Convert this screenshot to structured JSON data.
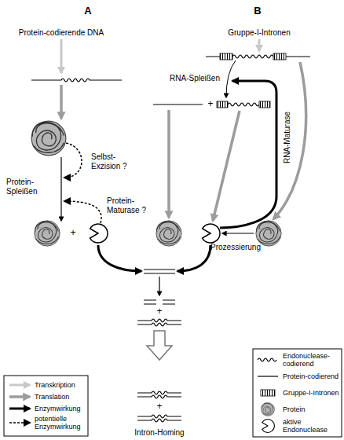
{
  "diagram": {
    "labels": [
      "A",
      "B",
      "Protein-codierende DNA",
      "Gruppe-I-Intronen",
      "RNA-Spleißen",
      "RNA-Maturase",
      "Selbst-Exzision ?",
      "Protein-Spleißen",
      "Protein-Maturase ?",
      "+",
      "+",
      "Prozessierung",
      "+",
      "+",
      "Intron-Homing"
    ],
    "legend": [
      {
        "text": "Transkription"
      },
      {
        "text": "Translation"
      },
      {
        "text": "Enzymwirkung"
      },
      {
        "text": "potentielle Enzymwirkung"
      },
      {
        "text": "Endonuclease-codierend"
      },
      {
        "text": "Protein-codierend"
      },
      {
        "text": "Gruppe-I-Intronen"
      },
      {
        "text": "Protein"
      },
      {
        "text": "aktive Endonuclease"
      }
    ]
  }
}
